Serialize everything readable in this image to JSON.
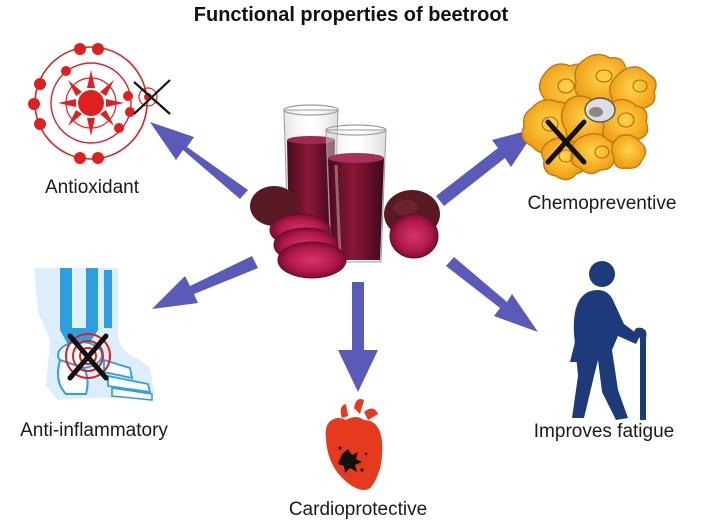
{
  "title": "Functional properties of beetroot",
  "properties": {
    "antioxidant": "Antioxidant",
    "chemopreventive": "Chemopreventive",
    "anti_inflammatory": "Anti-inflammatory",
    "cardioprotective": "Cardioprotective",
    "improves_fatigue": "Improves fatigue"
  },
  "colors": {
    "arrow": "#5a5ab8",
    "juice": "#7a1030",
    "beet_slice": "#b01848",
    "beet_skin": "#5a1a24",
    "atom_red": "#e02020",
    "cell_yellow": "#f2b51c",
    "cell_outline": "#c07a10",
    "bone_blue": "#2f9ede",
    "heart_red": "#e53a1e",
    "figure_navy": "#1d3b7a",
    "cross": "#111111"
  },
  "icons": {
    "center": "beetroot-juice-glasses",
    "antioxidant": "atom-free-radical-icon",
    "chemopreventive": "cancer-cell-cluster-icon",
    "anti_inflammatory": "inflamed-ankle-icon",
    "cardioprotective": "heart-icon",
    "improves_fatigue": "elderly-person-with-cane-icon"
  }
}
